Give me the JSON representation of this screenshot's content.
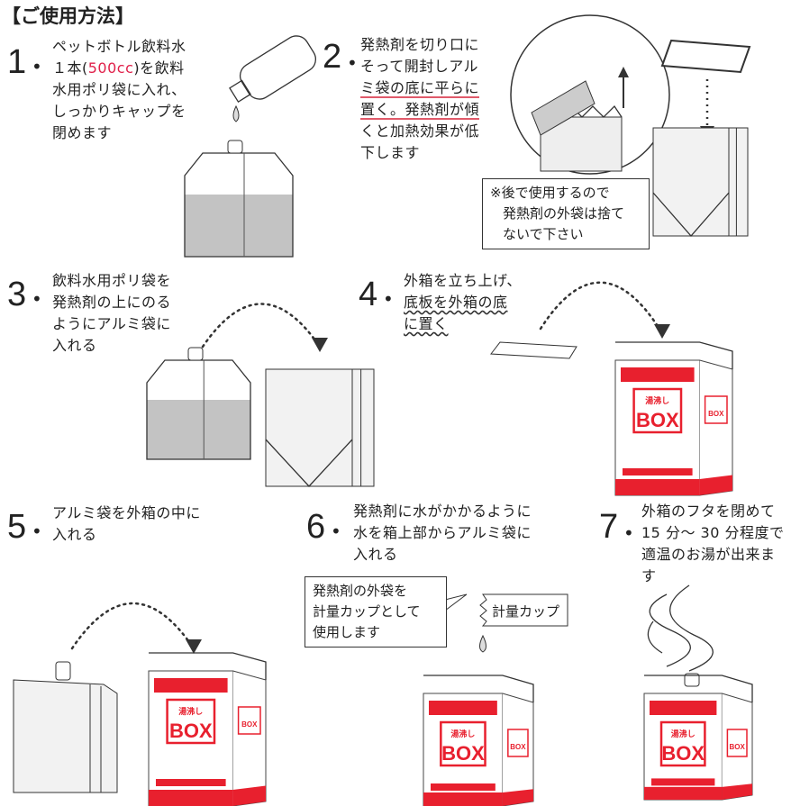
{
  "title": "【ご使用方法】",
  "steps": [
    {
      "number": "1",
      "lines": [
        "ペットボトル飲料水",
        "１本(",
        "500cc",
        ")を飲料",
        "水用ポリ袋に入れ、",
        "しっかりキャップを",
        "閉めます"
      ]
    },
    {
      "number": "2",
      "lines": [
        "発熱剤を切り口に",
        "そって開封しアル",
        "ミ袋の底に平らに",
        "置く。発熱剤が傾",
        "くと加熱効果が低",
        "下します"
      ]
    },
    {
      "number": "3",
      "lines": [
        "飲料水用ポリ袋を",
        "発熱剤の上にのる",
        "ようにアルミ袋に",
        "入れる"
      ]
    },
    {
      "number": "4",
      "lines": [
        "外箱を立ち上げ、",
        "底板を外箱の底",
        "に置く"
      ]
    },
    {
      "number": "5",
      "lines": [
        "アルミ袋を外箱の中に",
        "入れる"
      ]
    },
    {
      "number": "6",
      "lines": [
        "発熱剤に水がかかるように",
        "水を箱上部からアルミ袋に",
        "入れる"
      ]
    },
    {
      "number": "7",
      "lines": [
        "外箱のフタを閉めて",
        "15 分〜 30 分程度で",
        "適温のお湯が出来ま",
        "す"
      ]
    }
  ],
  "note2": {
    "lines": [
      "※後で使用するので",
      "発熱剤の外袋は捨て",
      "ないで下さい"
    ]
  },
  "callout6": {
    "lines": [
      "発熱剤の外袋を",
      "計量カップとして",
      "使用します"
    ],
    "label": "計量カップ"
  },
  "product_box": {
    "label_top": "湯沸し",
    "label_main": "BOX",
    "brand_color": "#e8202e"
  },
  "colors": {
    "accent_red": "#e0204a",
    "box_red": "#e8202e",
    "liquid_gray": "#999999"
  }
}
